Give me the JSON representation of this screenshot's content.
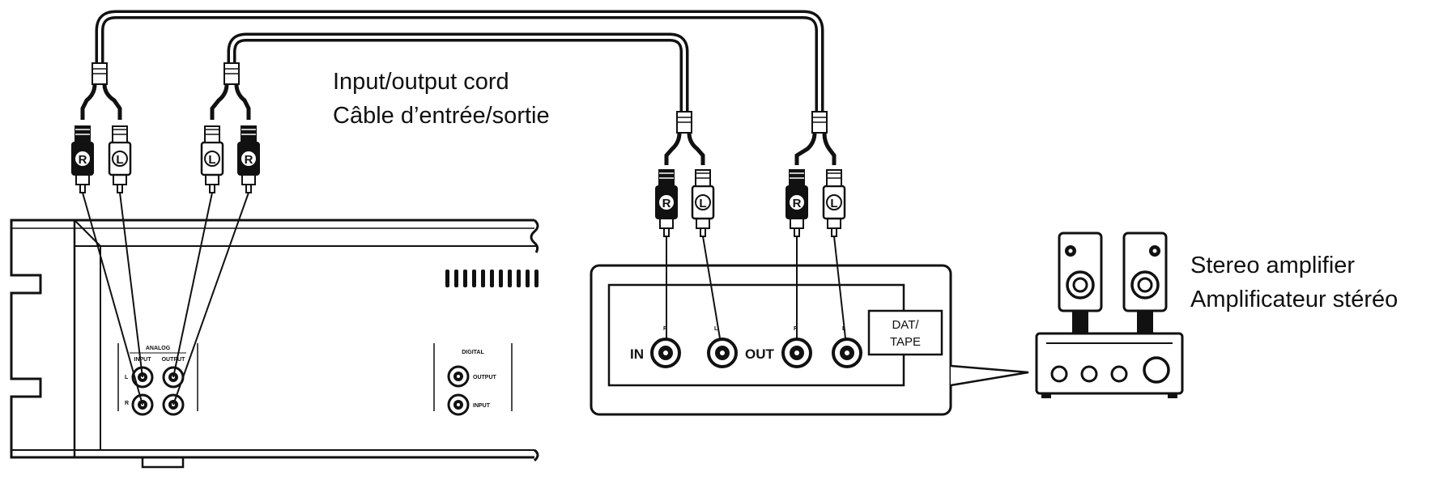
{
  "captions": {
    "cord_en": "Input/output cord",
    "cord_fr": "Câble d’entrée/sortie",
    "amp_en": "Stereo amplifier",
    "amp_fr": "Amplificateur stéréo"
  },
  "plug_letters": {
    "right": "R",
    "left": "L"
  },
  "player_panel": {
    "analog_label": "ANALOG",
    "input_label": "INPUT",
    "output_label": "OUTPUT",
    "jack_l": "L",
    "jack_r": "R",
    "digital_label": "DIGITAL",
    "digital_output": "OUTPUT",
    "digital_input": "INPUT"
  },
  "deck_panel": {
    "in_label": "IN",
    "out_label": "OUT",
    "r": "R",
    "l": "L",
    "dat_line1": "DAT/",
    "dat_line2": "TAPE"
  },
  "colors": {
    "ink": "#111111",
    "paper": "#ffffff"
  }
}
